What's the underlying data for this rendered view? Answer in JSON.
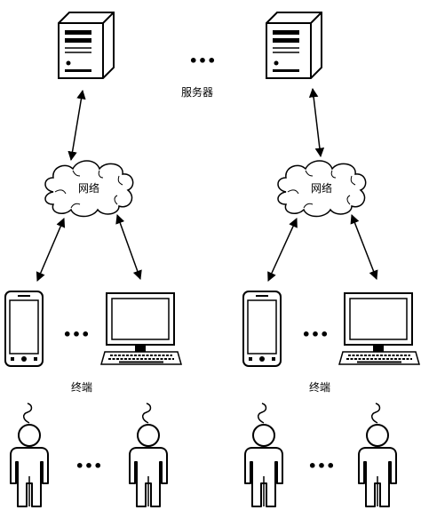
{
  "labels": {
    "server": "服务器",
    "network_left": "网络",
    "network_right": "网络",
    "terminal_left": "终端",
    "terminal_right": "终端"
  },
  "ellipsis": {
    "servers": "•••",
    "terminals_left": "•••",
    "terminals_right": "•••",
    "users_left": "•••",
    "users_right": "•••"
  }
}
